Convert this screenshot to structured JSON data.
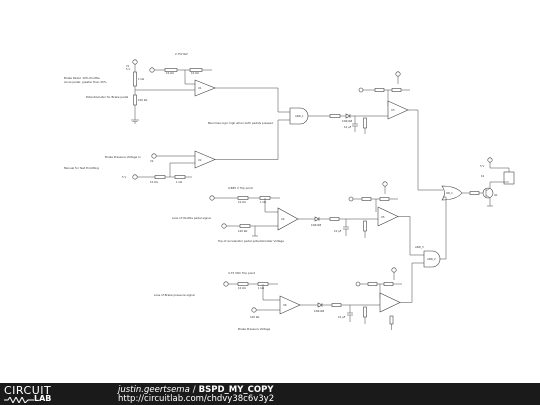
{
  "footer": {
    "logo_top": "CIRCUIT",
    "logo_bottom": "LAB",
    "author": "justin.geertsema",
    "separator": "/",
    "circuit_name": "BSPD_MY_COPY",
    "url": "http://circuitlab.com/chdvy38c6v3y2"
  },
  "notes": {
    "brake_note": "Brake Pedal: 10% throttle",
    "accel_note": "Accel pedal: greater than 25%",
    "pot_brake": "Potentiometer for Brake pedal",
    "logic_out": "Becomes logic high when both pedals pressed",
    "brake_pressure_in": "Brake Pressure Voltage In",
    "sensor_note": "Manual for fast throttling",
    "trip_1": "0.885 V Trip point",
    "loss_throttle": "Loss of throttle pedal signal",
    "top_pot": "Top of accelerator pedal potentiometer Voltage",
    "trip_2": "4.75 VDC Trip point",
    "loss_brake": "Loss of Brake pressure signal",
    "brake_pressure_v": "Brake Pressure Voltage",
    "v_label": "2.75V Ref"
  },
  "components": {
    "and1": "AND_1",
    "and2": "AND_2",
    "and3": "AND_3",
    "or1": "OR_1",
    "q1": "Q1",
    "k1": "K1",
    "v1": "V1",
    "v2": "V2",
    "u1": "U1",
    "u2": "U2",
    "u3": "U3",
    "u4": "U4",
    "u5": "U5",
    "u6": "U6",
    "r_val_1k": "1 kΩ",
    "r_val_10k": "10 kΩ",
    "r_val_100k": "100 kΩ",
    "c_val": "10 µF",
    "d_val": "1N4148",
    "v_val": "5 V"
  }
}
